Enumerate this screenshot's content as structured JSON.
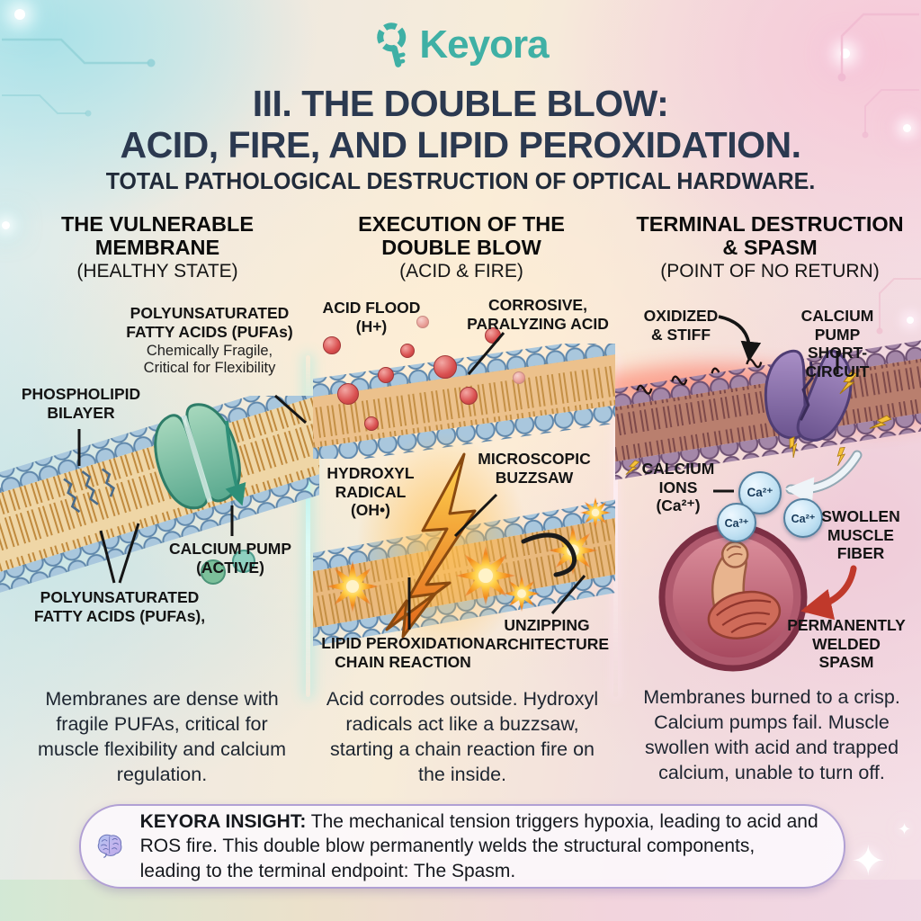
{
  "brand": {
    "name": "Keyora"
  },
  "title": {
    "line1": "III. THE DOUBLE BLOW:",
    "line2": "ACID, FIRE, AND LIPID PEROXIDATION.",
    "subtitle": "TOTAL PATHOLOGICAL DESTRUCTION OF OPTICAL HARDWARE."
  },
  "columns": [
    {
      "header": "THE VULNERABLE\nMEMBRANE",
      "sub": "(HEALTHY STATE)",
      "labels": {
        "pufa_top": "POLYUNSATURATED\nFATTY ACIDS (PUFAs)",
        "pufa_top_desc": "Chemically Fragile,\nCritical for Flexibility",
        "bilayer": "PHOSPHOLIPID\nBILAYER",
        "pump": "CALCIUM PUMP\n(ACTIVE)",
        "pufa_bottom": "POLYUNSATURATED\nFATTY ACIDS (PUFAs),"
      },
      "caption": "Membranes are dense with fragile PUFAs, critical for muscle flexibility and calcium regulation."
    },
    {
      "header": "EXECUTION OF THE\nDOUBLE BLOW",
      "sub": "(ACID & FIRE)",
      "labels": {
        "acid_flood": "ACID FLOOD\n(H+)",
        "corrosive": "CORROSIVE,\nPARALYZING ACID",
        "hydroxyl": "HYDROXYL\nRADICAL\n(OH•)",
        "buzzsaw": "MICROSCOPIC\nBUZZSAW",
        "lipid": "LIPID PEROXIDATION\nCHAIN REACTION",
        "unzip": "UNZIPPING\nARCHITECTURE"
      },
      "caption": "Acid corrodes outside. Hydroxyl radicals act like a buzzsaw, starting a chain reaction fire on the inside."
    },
    {
      "header": "TERMINAL DESTRUCTION\n& SPASM",
      "sub": "(POINT OF NO RETURN)",
      "labels": {
        "oxidized": "OXIDIZED\n& STIFF",
        "pump_short": "CALCIUM PUMP\nSHORT-CIRCUIT",
        "calcium_ions": "CALCIUM\nIONS\n(Ca²⁺)",
        "swollen": "SWOLLEN\nMUSCLE\nFIBER",
        "welded": "PERMANENTLY\nWELDED SPASM"
      },
      "caption": "Membranes burned to a crisp. Calcium pumps fail. Muscle swollen with acid and trapped calcium, unable to turn off."
    }
  ],
  "badges": [
    "Ca²⁺",
    "Ca³⁺",
    "Ca²⁺"
  ],
  "insight": {
    "label": "KEYORA INSIGHT:",
    "text": " The mechanical tension triggers hypoxia, leading to acid and ROS fire. This double blow permanently welds the structural components, leading to the terminal endpoint: The Spasm."
  },
  "colors": {
    "brand_teal": "#3fb0a5",
    "title_navy": "#2b3950",
    "text_dark": "#141414",
    "acid_red": "#d94f4f",
    "fire_orange": "#ef8a1f",
    "membrane_heads_blue": "#a9c7dd",
    "membrane_tails_tan": "#ecc996",
    "pump_green": "#7cc4a9",
    "burned_purple": "#8f77b0",
    "muscle_maroon": "#b05a6e",
    "insight_border": "#b1a0d4",
    "badge_blue": "#bfe0f2"
  }
}
